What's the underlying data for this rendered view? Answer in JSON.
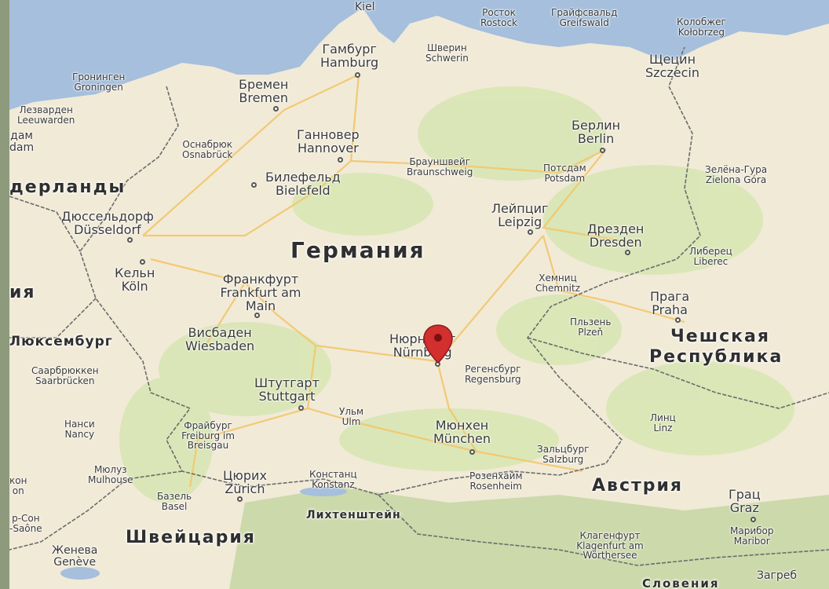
{
  "map": {
    "countries": [
      {
        "id": "germany",
        "label": "Германия"
      },
      {
        "id": "netherlands",
        "label": "дерланды"
      },
      {
        "id": "belgium-frag",
        "label": "ия"
      },
      {
        "id": "luxembourg",
        "label": "Люксембург"
      },
      {
        "id": "czech-1",
        "label": "Чешская"
      },
      {
        "id": "czech-2",
        "label": "Республика"
      },
      {
        "id": "austria",
        "label": "Австрия"
      },
      {
        "id": "switzerland",
        "label": "Швейцария"
      },
      {
        "id": "liechtenstein",
        "label": "Лихтенштейн"
      },
      {
        "id": "slovenia",
        "label": "Словения"
      }
    ],
    "cities": [
      {
        "id": "kiel",
        "ru": "Kiel",
        "loc": ""
      },
      {
        "id": "rostock",
        "ru": "Росток",
        "loc": "Rostock"
      },
      {
        "id": "greifswald",
        "ru": "Грайфсвальд",
        "loc": "Greifswald"
      },
      {
        "id": "kolobrzeg",
        "ru": "Колобжег",
        "loc": "Kołobrzeg"
      },
      {
        "id": "hamburg",
        "ru": "Гамбург",
        "loc": "Hamburg"
      },
      {
        "id": "schwerin",
        "ru": "Шверин",
        "loc": "Schwerin"
      },
      {
        "id": "szczecin",
        "ru": "Щецин",
        "loc": "Szczecin"
      },
      {
        "id": "groningen",
        "ru": "Гронинген",
        "loc": "Groningen"
      },
      {
        "id": "bremen",
        "ru": "Бремен",
        "loc": "Bremen"
      },
      {
        "id": "leeuwarden",
        "ru": "Лезварден",
        "loc": "Leeuwarden"
      },
      {
        "id": "amsterdam",
        "ru": "дам",
        "loc": "dam"
      },
      {
        "id": "hannover",
        "ru": "Ганновер",
        "loc": "Hannover"
      },
      {
        "id": "osnabruck",
        "ru": "Оснабрюк",
        "loc": "Osnabrück"
      },
      {
        "id": "berlin",
        "ru": "Берлин",
        "loc": "Berlin"
      },
      {
        "id": "braunschweig",
        "ru": "Брауншвейг",
        "loc": "Braunschweig"
      },
      {
        "id": "potsdam",
        "ru": "Потсдам",
        "loc": "Potsdam"
      },
      {
        "id": "zielona",
        "ru": "Зелёна-Гура",
        "loc": "Zielona Góra"
      },
      {
        "id": "bielefeld",
        "ru": "Билефельд",
        "loc": "Bielefeld"
      },
      {
        "id": "leipzig",
        "ru": "Лейпциг",
        "loc": "Leipzig"
      },
      {
        "id": "dusseldorf",
        "ru": "Дюссельдорф",
        "loc": "Düsseldorf"
      },
      {
        "id": "dresden",
        "ru": "Дрезден",
        "loc": "Dresden"
      },
      {
        "id": "liberec",
        "ru": "Либерец",
        "loc": "Liberec"
      },
      {
        "id": "koln",
        "ru": "Кельн",
        "loc": "Köln"
      },
      {
        "id": "frankfurt",
        "ru": "Франкфурт",
        "loc": "Frankfurt am Main"
      },
      {
        "id": "chemnitz",
        "ru": "Хемниц",
        "loc": "Chemnitz"
      },
      {
        "id": "praha",
        "ru": "Прага",
        "loc": "Praha"
      },
      {
        "id": "wiesbaden",
        "ru": "Висбаден",
        "loc": "Wiesbaden"
      },
      {
        "id": "plzen",
        "ru": "Пльзень",
        "loc": "Plzeň"
      },
      {
        "id": "nurnberg",
        "ru": "Нюрнберг",
        "loc": "Nürnberg"
      },
      {
        "id": "saarbrucken",
        "ru": "Саарбрюккен",
        "loc": "Saarbrücken"
      },
      {
        "id": "regensburg",
        "ru": "Регенсбург",
        "loc": "Regensburg"
      },
      {
        "id": "stuttgart",
        "ru": "Штутгарт",
        "loc": "Stuttgart"
      },
      {
        "id": "ulm",
        "ru": "Ульм",
        "loc": "Ulm"
      },
      {
        "id": "nancy",
        "ru": "Нанси",
        "loc": "Nancy"
      },
      {
        "id": "freiburg",
        "ru": "Фрайбург",
        "loc": "Freiburg im Breisgau"
      },
      {
        "id": "munchen",
        "ru": "Мюнхен",
        "loc": "München"
      },
      {
        "id": "linz",
        "ru": "Линц",
        "loc": "Linz"
      },
      {
        "id": "salzburg",
        "ru": "Зальцбург",
        "loc": "Salzburg"
      },
      {
        "id": "mulhouse",
        "ru": "Мюлуз",
        "loc": "Mulhouse"
      },
      {
        "id": "zurich",
        "ru": "Цюрих",
        "loc": "Zürich"
      },
      {
        "id": "konstanz",
        "ru": "Констанц",
        "loc": "Konstanz"
      },
      {
        "id": "rosenheim",
        "ru": "Розенхайм",
        "loc": "Rosenheim"
      },
      {
        "id": "graz",
        "ru": "Грац",
        "loc": "Graz"
      },
      {
        "id": "basel",
        "ru": "Базель",
        "loc": "Basel"
      },
      {
        "id": "besancon",
        "ru": "кон",
        "loc": "on"
      },
      {
        "id": "chalon",
        "ru": "р-Сон",
        "loc": "-Saône"
      },
      {
        "id": "maribor",
        "ru": "Марибор",
        "loc": "Maribor"
      },
      {
        "id": "geneve",
        "ru": "Женева",
        "loc": "Genève"
      },
      {
        "id": "klagenfurt",
        "ru": "Клагенфурт",
        "loc": "Klagenfurt am Wörthersee"
      },
      {
        "id": "zagreb",
        "ru": "Загреб",
        "loc": ""
      }
    ],
    "colors": {
      "land": "#f1ead7",
      "water": "#a5bfdd",
      "forest": "#cfe0a8",
      "border": "#6b6b6b",
      "road": "#f3c66a",
      "pin": "#d32f2f",
      "frame": "#8e9a7c"
    },
    "marker": {
      "icon": "map-pin-icon",
      "city": "nurnberg"
    }
  }
}
